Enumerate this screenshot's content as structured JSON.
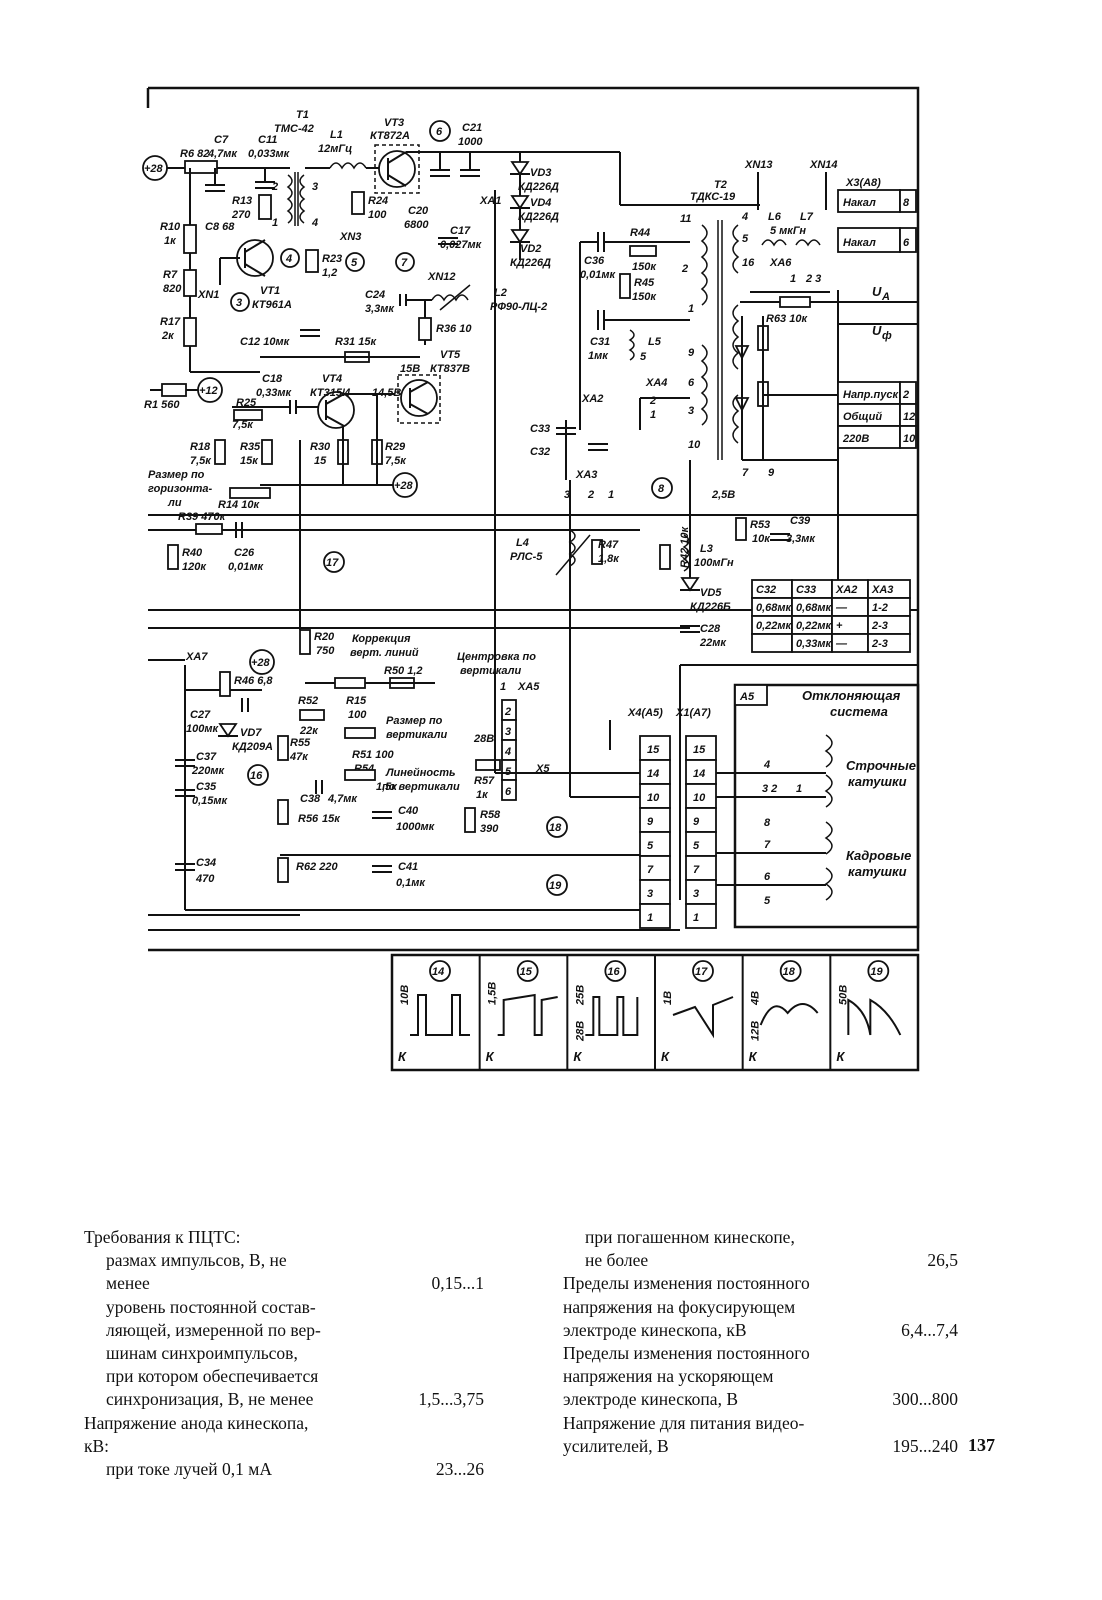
{
  "schematic": {
    "components": {
      "T1": "T1",
      "T1_type": "ТМС-42",
      "VT3": "VT3",
      "VT3_type": "КТ872А",
      "C21": "C21",
      "C21_val": "1000",
      "R6": "R6 82",
      "C7": "C7",
      "C7_val": "4,7мк",
      "C11": "C11",
      "C11_val": "0,033мк",
      "L1": "L1",
      "L1_val": "12мГц",
      "VD3": "VD3",
      "VD3_type": "КД226Д",
      "VD4": "VD4",
      "VD4_type": "КД226Д",
      "VD2": "VD2",
      "VD2_type": "КД226Д",
      "XA1": "XA1",
      "R13": "R13",
      "R13_val": "270",
      "R24": "R24",
      "R24_val": "100",
      "C20": "C20",
      "C20_val": "6800",
      "C17": "C17",
      "C17_val": "0,027мк",
      "R10": "R10",
      "R10_val": "1к",
      "C8": "C8 68",
      "R7": "R7",
      "R7_val": "820",
      "XN1": "XN1",
      "VT1": "VT1",
      "VT1_type": "КТ961А",
      "XN3": "XN3",
      "R23": "R23",
      "R23_val": "1,2",
      "XN12": "XN12",
      "L2": "L2",
      "L2_type": "РФ90-ЛЦ-2",
      "C24": "C24",
      "C24_val": "3,3мк",
      "R17": "R17",
      "R17_val": "2к",
      "C12": "C12 10мк",
      "R31": "R31 15к",
      "R36": "R36 10",
      "VT5": "VT5",
      "VT5_type": "КТ837В",
      "R1": "R1 560",
      "C18": "C18",
      "C18_val": "0,33мк",
      "VT4": "VT4",
      "VT4_type": "КТ315И",
      "V145": "14,5В",
      "V15": "15В",
      "R25": "R25",
      "R25_val": "7,5к",
      "R18": "R18",
      "R18_val": "7,5к",
      "R35": "R35",
      "R35_val": "15к",
      "R30": "R30",
      "R30_val": "15",
      "R29": "R29",
      "R29_val": "7,5к",
      "hsize": "Размер по",
      "hsize2": "горизонта-",
      "hsize3": "ли",
      "R14": "R14 10к",
      "R39": "R39 470к",
      "R40": "R40",
      "R40_val": "120к",
      "C26": "C26",
      "C26_val": "0,01мк",
      "XN13": "XN13",
      "XN14": "XN14",
      "X3": "X3(A8)",
      "T2": "T2",
      "T2_type": "ТДКС-19",
      "L6": "L6",
      "L7": "L7",
      "L67_val": "5 мкГн",
      "XA6": "XA6",
      "C36": "C36",
      "C36_val": "0,01мк",
      "R44": "R44",
      "R44_val": "150к",
      "R45": "R45",
      "R45_val": "150к",
      "C31": "C31",
      "C31_val": "1мк",
      "L5": "L5",
      "R63": "R63 10к",
      "UA": "U",
      "UA_sub": "А",
      "UF": "U",
      "UF_sub": "ф",
      "XA2": "XA2",
      "XA4": "XA4",
      "XA3": "XA3",
      "C33": "C33",
      "C32": "C32",
      "V25": "2,5В",
      "R53": "R53",
      "R53_val": "10к",
      "C39": "C39",
      "C39_val": "3,3мк",
      "L4": "L4",
      "L4_type": "РЛС-5",
      "R47": "R47",
      "R47_val": "1,8к",
      "R42": "R42 10к",
      "L3": "L3",
      "L3_val": "100мГн",
      "VD5": "VD5",
      "VD5_type": "КД226Б",
      "C28": "C28",
      "C28_val": "22мк",
      "R20": "R20",
      "R20_val": "750",
      "korr": "Коррекция",
      "korr2": "верт. линий",
      "centr": "Центровка по",
      "centr2": "вертикали",
      "R50": "R50 1,2",
      "R15": "R15",
      "R15_val": "100",
      "XA7": "XA7",
      "R46": "R46 6,8",
      "C27": "C27",
      "C27_val": "100мк",
      "VD7": "VD7",
      "VD7_type": "КД209А",
      "R52": "R52",
      "R52_val": "22к",
      "R55": "R55",
      "R55_val": "47к",
      "vsize": "Размер по",
      "vsize2": "вертикали",
      "R51": "R51 100",
      "R54": "R54",
      "R54_val": "1,5к",
      "lin": "Линейность",
      "lin2": "по вертикали",
      "C37": "C37",
      "C37_val": "220мк",
      "C35": "C35",
      "C35_val": "0,15мк",
      "C38": "C38",
      "C38_val": "4,7мк",
      "R56": "R56",
      "R56_val": "15к",
      "C40": "C40",
      "C40_val": "1000мк",
      "R57": "R57",
      "R57_val": "1к",
      "R58": "R58",
      "R58_val": "390",
      "X5": "X5",
      "XA5": "XA5",
      "V28": "28В",
      "R62": "R62 220",
      "C41": "C41",
      "C41_val": "0,1мк",
      "C34": "C34",
      "C34_val": "470",
      "X4": "X4(A5)",
      "X1": "X1(A7)",
      "A5": "A5",
      "defl": "Отклоняющая",
      "defl2": "система",
      "hcoil": "Строчные",
      "hcoil2": "катушки",
      "vcoil": "Кадровые",
      "vcoil2": "катушки",
      "p28": "+28",
      "p12": "+12"
    },
    "node_markers": [
      "3",
      "4",
      "5",
      "6",
      "7",
      "8",
      "11",
      "14",
      "15",
      "16",
      "17",
      "18",
      "19"
    ],
    "connector_pins_left": [
      "15",
      "14",
      "10",
      "9",
      "5",
      "7",
      "3",
      "1"
    ],
    "connector_pins_right": [
      "15",
      "14",
      "10",
      "9",
      "5",
      "7",
      "3",
      "1"
    ],
    "x3_pins": [
      {
        "name": "Накал",
        "pin": "8"
      },
      {
        "name": "Накал",
        "pin": "6"
      },
      {
        "name": "Напр.пуск",
        "pin": "2"
      },
      {
        "name": "Общий",
        "pin": "12"
      },
      {
        "name": "220В",
        "pin": "10"
      }
    ],
    "jumper_table": {
      "headers": [
        "C32",
        "C33",
        "XA2",
        "XA3"
      ],
      "rows": [
        [
          "0,68мк",
          "0,68мк",
          "—",
          "1-2"
        ],
        [
          "0,22мк",
          "0,22мк",
          "+",
          "2-3"
        ],
        [
          "",
          "0,33мк",
          "—",
          "2-3"
        ]
      ]
    },
    "waveforms": [
      {
        "marker": "14",
        "amp": "10В",
        "label": "К"
      },
      {
        "marker": "15",
        "amp": "1,5В",
        "label": "К"
      },
      {
        "marker": "16",
        "amp": "25В",
        "amp2": "28В",
        "label": "К"
      },
      {
        "marker": "17",
        "amp": "1В",
        "label": "К"
      },
      {
        "marker": "18",
        "amp": "4В",
        "amp2": "12В",
        "label": "К"
      },
      {
        "marker": "19",
        "amp": "50В",
        "label": "К"
      }
    ]
  },
  "specs_left": {
    "title": "Требования к ПЦТС:",
    "l1": "размах импульсов, В, не",
    "l2": "менее",
    "l2_val": "0,15...1",
    "l3": "уровень постоянной состав-",
    "l4": "ляющей, измеренной по вер-",
    "l5": "шинам синхроимпульсов,",
    "l6": "при котором обеспечивается",
    "l7": "синхронизация, В, не менее",
    "l7_val": "1,5...3,75",
    "l8": "Напряжение анода кинескопа,",
    "l9": "кВ:",
    "l10": "при токе лучей 0,1 мА",
    "l10_val": "23...26"
  },
  "specs_right": {
    "r1": "при погашенном кинескопе,",
    "r2": "не более",
    "r2_val": "26,5",
    "r3": "Пределы изменения постоянного",
    "r4": "напряжения на фокусирующем",
    "r5": "электроде кинескопа, кВ",
    "r5_val": "6,4...7,4",
    "r6": "Пределы изменения постоянного",
    "r7": "напряжения на ускоряющем",
    "r8": "электроде кинескопа, В",
    "r8_val": "300...800",
    "r9": "Напряжение для питания видео-",
    "r10": "усилителей, В",
    "r10_val": "195...240"
  },
  "page_number": "137"
}
